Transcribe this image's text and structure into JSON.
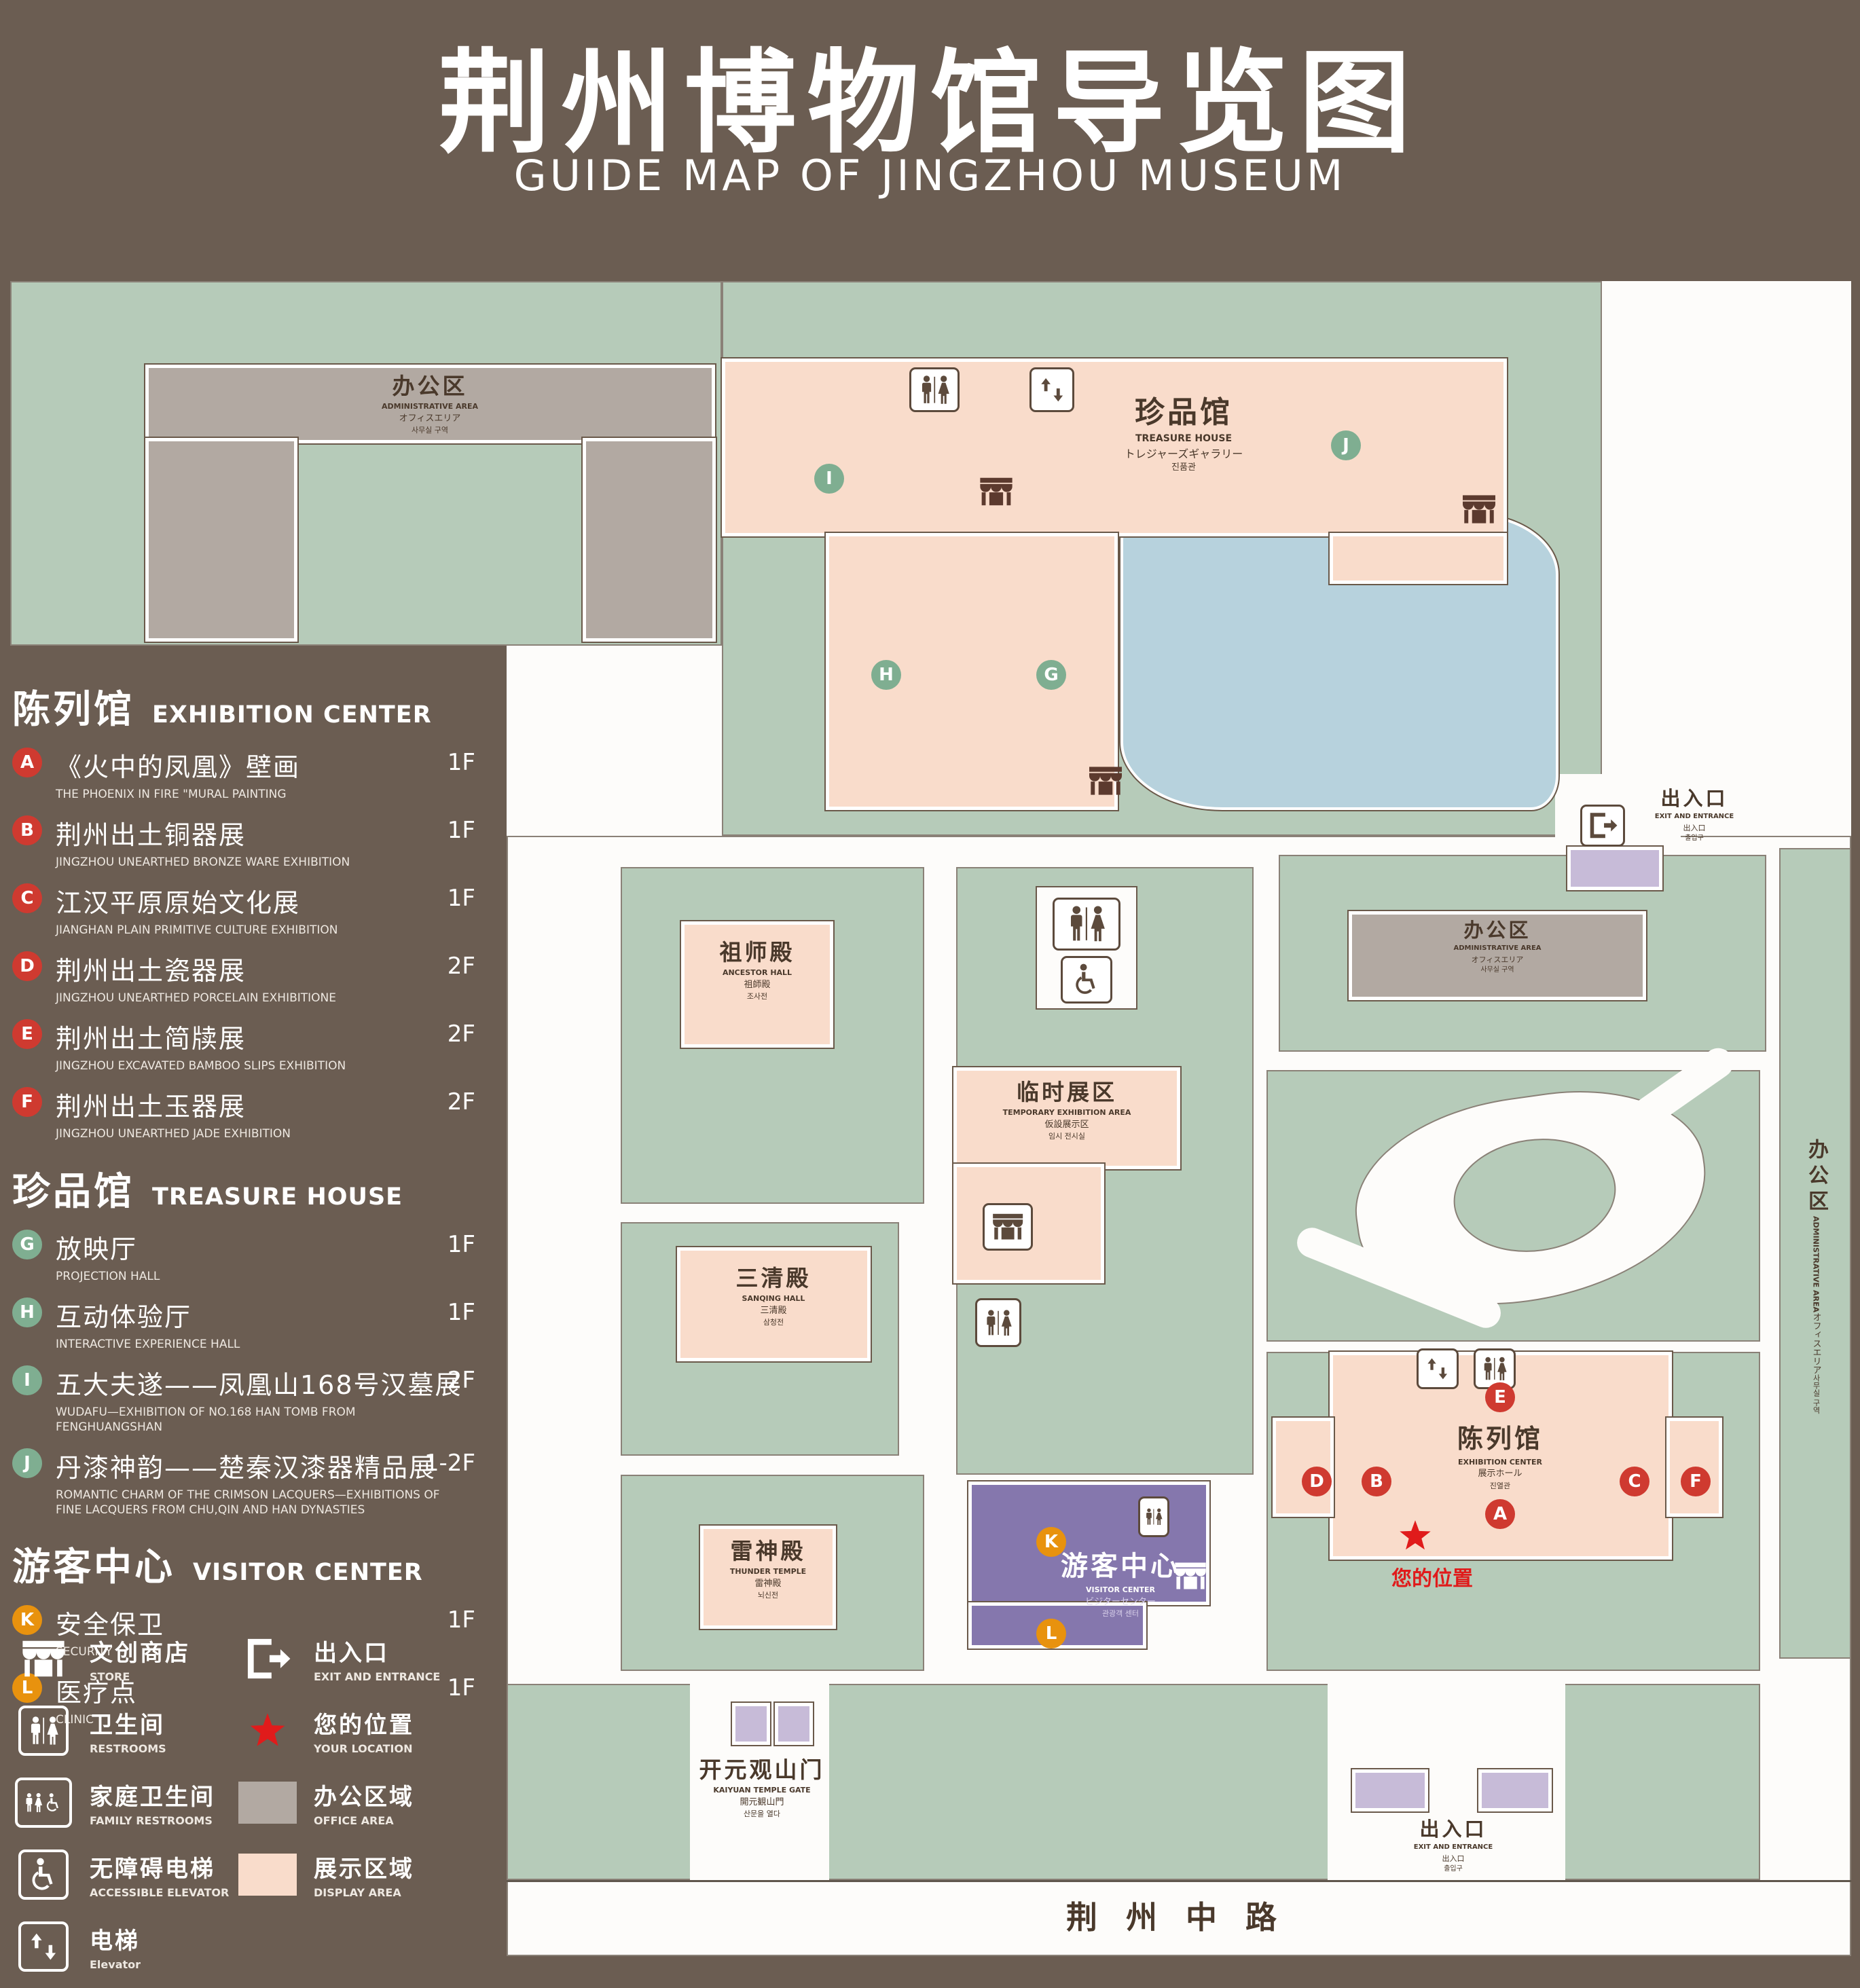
{
  "header": {
    "title_zh": "荆州博物馆导览图",
    "title_en": "GUIDE MAP OF JINGZHOU MUSEUM"
  },
  "sidebar": {
    "sections": [
      {
        "zh": "陈列馆",
        "en": "EXHIBITION CENTER",
        "items": [
          {
            "letter": "A",
            "zh": "《火中的凤凰》壁画",
            "en": "THE PHOENIX IN FIRE \"MURAL PAINTING",
            "floor": "1F"
          },
          {
            "letter": "B",
            "zh": "荆州出土铜器展",
            "en": "JINGZHOU UNEARTHED BRONZE WARE EXHIBITION",
            "floor": "1F"
          },
          {
            "letter": "C",
            "zh": "江汉平原原始文化展",
            "en": "JIANGHAN PLAIN PRIMITIVE CULTURE EXHIBITION",
            "floor": "1F"
          },
          {
            "letter": "D",
            "zh": "荆州出土瓷器展",
            "en": "JINGZHOU UNEARTHED PORCELAIN EXHIBITIONE",
            "floor": "2F"
          },
          {
            "letter": "E",
            "zh": "荆州出土简牍展",
            "en": "JINGZHOU EXCAVATED BAMBOO SLIPS EXHIBITION",
            "floor": "2F"
          },
          {
            "letter": "F",
            "zh": "荆州出土玉器展",
            "en": "JINGZHOU UNEARTHED JADE EXHIBITION",
            "floor": "2F"
          }
        ]
      },
      {
        "zh": "珍品馆",
        "en": "TREASURE HOUSE",
        "items": [
          {
            "letter": "G",
            "zh": "放映厅",
            "en": "PROJECTION HALL",
            "floor": "1F"
          },
          {
            "letter": "H",
            "zh": "互动体验厅",
            "en": "INTERACTIVE EXPERIENCE HALL",
            "floor": "1F"
          },
          {
            "letter": "I",
            "zh": "五大夫遂——凤凰山168号汉墓展",
            "en": "WUDAFU—EXHIBITION OF NO.168 HAN TOMB FROM FENGHUANGSHAN",
            "floor": "2F"
          },
          {
            "letter": "J",
            "zh": "丹漆神韵——楚秦汉漆器精品展",
            "en": "ROMANTIC CHARM OF THE CRIMSON LACQUERS—EXHIBITIONS OF FINE LACQUERS FROM CHU,QIN AND HAN DYNASTIES",
            "floor": "1-2F"
          }
        ]
      },
      {
        "zh": "游客中心",
        "en": "VISITOR CENTER",
        "items": [
          {
            "letter": "K",
            "zh": "安全保卫",
            "en": "SECURITY",
            "floor": "1F"
          },
          {
            "letter": "L",
            "zh": "医疗点",
            "en": "CLINIC",
            "floor": "1F"
          }
        ]
      }
    ],
    "legend": [
      {
        "zh": "文创商店",
        "en": "STORE"
      },
      {
        "zh": "出入口",
        "en": "EXIT AND ENTRANCE"
      },
      {
        "zh": "卫生间",
        "en": "RESTROOMS"
      },
      {
        "zh": "您的位置",
        "en": "YOUR LOCATION"
      },
      {
        "zh": "家庭卫生间",
        "en": "FAMILY RESTROOMS"
      },
      {
        "zh": "办公区域",
        "en": "OFFICE AREA"
      },
      {
        "zh": "无障碍电梯",
        "en": "ACCESSIBLE ELEVATOR"
      },
      {
        "zh": "展示区域",
        "en": "DISPLAY AREA"
      },
      {
        "zh": "电梯",
        "en": "Elevator"
      }
    ]
  },
  "map": {
    "admin_top": {
      "zh": "办公区",
      "en": "ADMINISTRATIVE AREA",
      "ja": "オフィスエリア",
      "ko": "사무실 구역"
    },
    "treasure_house": {
      "zh": "珍品馆",
      "en": "TREASURE HOUSE",
      "ja": "トレジャーズギャラリー",
      "ko": "진품관"
    },
    "exit_right": {
      "zh": "出入口",
      "en": "EXIT AND ENTRANCE",
      "ja": "出入口",
      "ko": "출입구"
    },
    "ancestor_hall": {
      "zh": "祖师殿",
      "en": "ANCESTOR HALL",
      "ja": "祖師殿",
      "ko": "조사전"
    },
    "admin_mid": {
      "zh": "办公区",
      "en": "ADMINISTRATIVE AREA",
      "ja": "オフィスエリア",
      "ko": "사무실 구역"
    },
    "temporary_area": {
      "zh": "临时展区",
      "en": "TEMPORARY EXHIBITION AREA",
      "ja": "仮設展示区",
      "ko": "임시 전시실"
    },
    "sanqing_hall": {
      "zh": "三清殿",
      "en": "SANQING HALL",
      "ja": "三清殿",
      "ko": "삼청전"
    },
    "thunder_temple": {
      "zh": "雷神殿",
      "en": "THUNDER TEMPLE",
      "ja": "雷神殿",
      "ko": "뇌신전"
    },
    "visitor_center": {
      "zh": "游客中心",
      "en": "VISITOR CENTER",
      "ja": "ビジターセンター",
      "ko": "관광객 센터"
    },
    "exhibition_center": {
      "zh": "陈列馆",
      "en": "EXHIBITION CENTER",
      "ja": "展示ホール",
      "ko": "진열관"
    },
    "admin_right": {
      "zh": "办公区",
      "en": "ADMINISTRATIVE AREA",
      "ja": "オフィスエリア",
      "ko": "사무실 구역"
    },
    "kaiyuan_gate": {
      "zh": "开元观山门",
      "en": "KAIYUAN TEMPLE GATE",
      "ja": "開元観山門",
      "ko": "산문을 열다"
    },
    "exit_bottom": {
      "zh": "出入口",
      "en": "EXIT AND ENTRANCE",
      "ja": "出入口",
      "ko": "출입구"
    },
    "your_location": "您的位置",
    "road": "荆州中路",
    "markers": {
      "a": "A",
      "b": "B",
      "c": "C",
      "d": "D",
      "e": "E",
      "f": "F",
      "g": "G",
      "h": "H",
      "i": "I",
      "j": "J",
      "k": "K",
      "l": "L"
    }
  },
  "colors": {
    "background": "#6b5d52",
    "lawn_green": "#b6cbb9",
    "display_area_pink": "#f9dccb",
    "office_area_gray": "#b2a9a2",
    "water_blue": "#b7d2dd",
    "visitor_center_purple": "#8577ad",
    "gate_light_purple": "#c7bbd8",
    "marker_red": "#cf3a30",
    "marker_green": "#7fae91",
    "marker_orange": "#e8920e",
    "location_red": "#e01b1b",
    "label_brown": "#4a392b"
  }
}
